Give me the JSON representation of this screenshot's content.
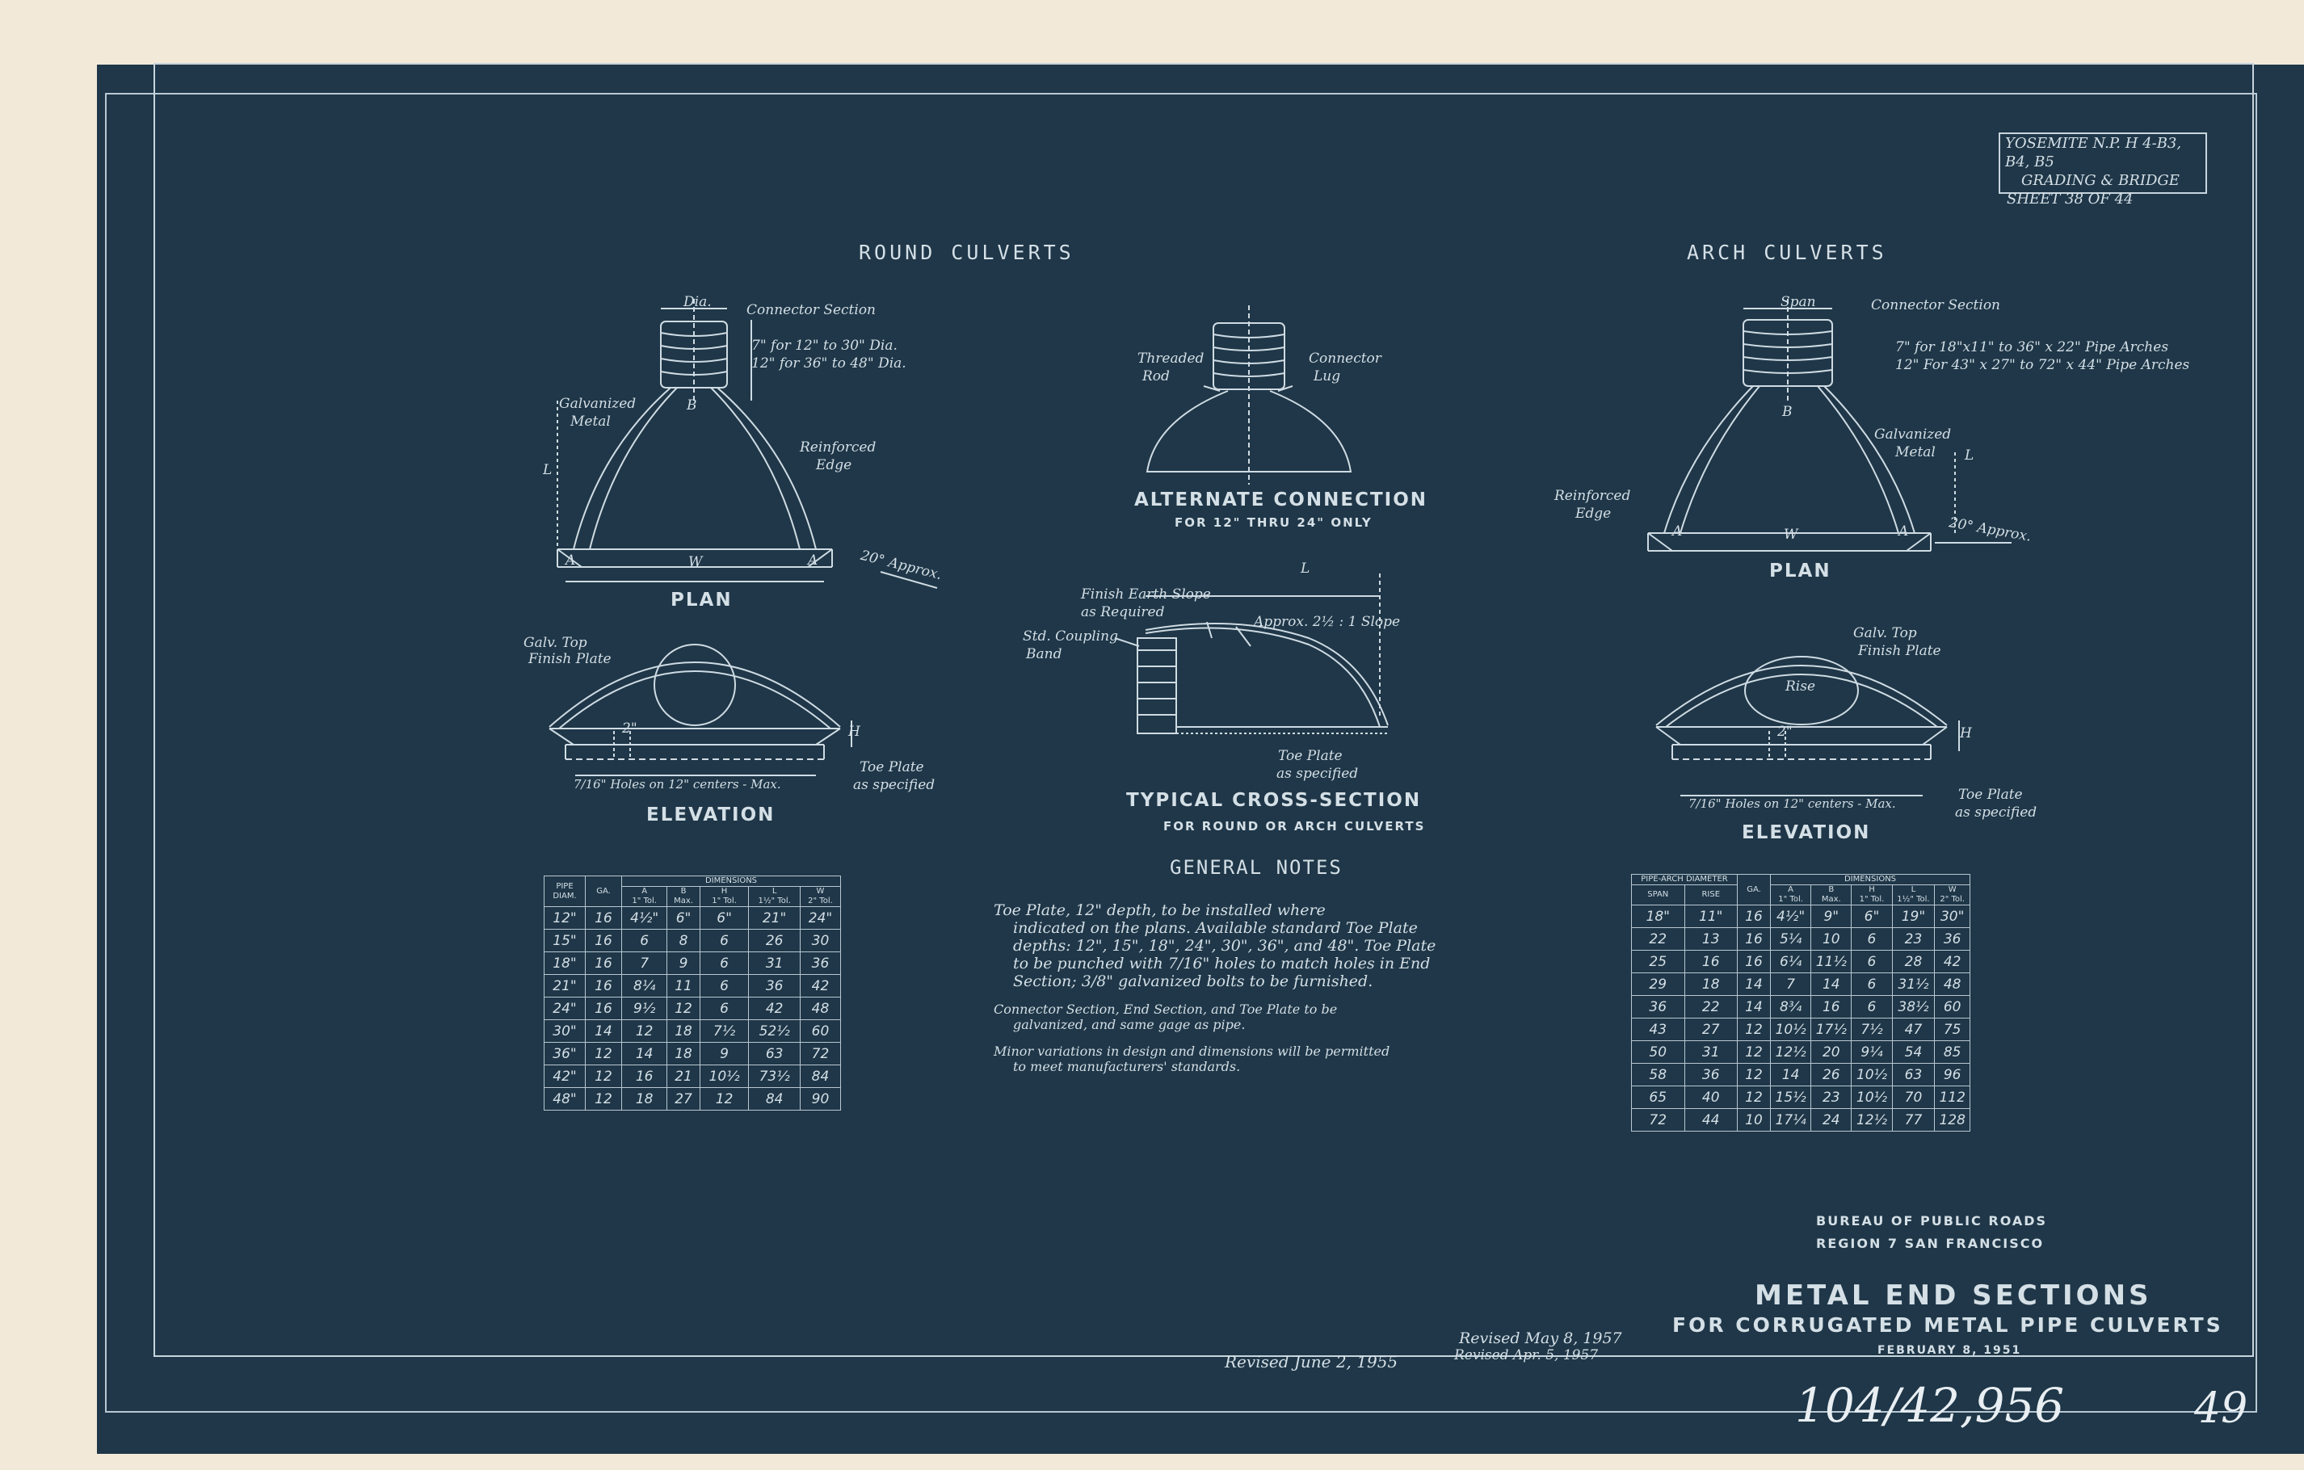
{
  "sheet_tag": {
    "line1": "YOSEMITE N.P. H 4-B3, B4, B5",
    "line2": "GRADING & BRIDGE",
    "line3": "SHEET 38  OF  44"
  },
  "headings": {
    "round_culverts": "ROUND CULVERTS",
    "arch_culverts": "ARCH CULVERTS"
  },
  "round": {
    "plan_label": "PLAN",
    "elevation_label": "ELEVATION",
    "dia": "Dia.",
    "connector_section": "Connector Section",
    "note1": "7\" for 12\" to 30\" Dia.",
    "note2": "12\" for 36\" to 48\" Dia.",
    "galvanized_metal_1": "Galvanized",
    "galvanized_metal_2": "Metal",
    "reinforced_edge_1": "Reinforced",
    "reinforced_edge_2": "Edge",
    "approx": "20° Approx.",
    "b": "B",
    "l": "L",
    "w": "W",
    "a": "A",
    "galv_top_1": "Galv. Top",
    "galv_top_2": "Finish Plate",
    "holes": "7/16\" Holes on 12\" centers - Max.",
    "toe_plate_1": "Toe Plate",
    "toe_plate_2": "as specified",
    "h": "H",
    "two": "2\""
  },
  "alternate": {
    "threaded_rod_1": "Threaded",
    "threaded_rod_2": "Rod",
    "connector_lug_1": "Connector",
    "connector_lug_2": "Lug",
    "title": "ALTERNATE CONNECTION",
    "subtitle": "FOR 12\" THRU 24\" ONLY"
  },
  "cross_section": {
    "finish_earth_1": "Finish Earth Slope",
    "finish_earth_2": "as Required",
    "std_coupling_1": "Std. Coupling",
    "std_coupling_2": "Band",
    "approx_slope": "Approx. 2½ : 1 Slope",
    "l": "L",
    "toe_plate_1": "Toe Plate",
    "toe_plate_2": "as specified",
    "title": "TYPICAL CROSS-SECTION",
    "subtitle": "FOR ROUND OR ARCH CULVERTS"
  },
  "arch": {
    "plan_label": "PLAN",
    "elevation_label": "ELEVATION",
    "span": "Span",
    "connector_section": "Connector Section",
    "note1": "7\" for 18\"x11\" to 36\" x 22\" Pipe Arches",
    "note2": "12\" For 43\" x 27\" to 72\" x 44\" Pipe Arches",
    "galvanized_metal_1": "Galvanized",
    "galvanized_metal_2": "Metal",
    "reinforced_edge_1": "Reinforced",
    "reinforced_edge_2": "Edge",
    "approx": "20° Approx.",
    "b": "B",
    "l": "L",
    "w": "W",
    "a": "A",
    "galv_top_1": "Galv. Top",
    "galv_top_2": "Finish Plate",
    "rise": "Rise",
    "holes": "7/16\" Holes on 12\" centers - Max.",
    "toe_plate_1": "Toe Plate",
    "toe_plate_2": "as specified",
    "h": "H",
    "two": "2\""
  },
  "round_table": {
    "col_pipe": "PIPE DIAM.",
    "col_ga": "GA.",
    "col_dims": "DIMENSIONS",
    "sub_headers": [
      [
        "A",
        "1\" Tol."
      ],
      [
        "B",
        "Max."
      ],
      [
        "H",
        "1\" Tol."
      ],
      [
        "L",
        "1½\" Tol."
      ],
      [
        "W",
        "2\" Tol."
      ]
    ],
    "rows": [
      [
        "12\"",
        "16",
        "4½\"",
        "6\"",
        "6\"",
        "21\"",
        "24\""
      ],
      [
        "15\"",
        "16",
        "6",
        "8",
        "6",
        "26",
        "30"
      ],
      [
        "18\"",
        "16",
        "7",
        "9",
        "6",
        "31",
        "36"
      ],
      [
        "21\"",
        "16",
        "8¼",
        "11",
        "6",
        "36",
        "42"
      ],
      [
        "24\"",
        "16",
        "9½",
        "12",
        "6",
        "42",
        "48"
      ],
      [
        "30\"",
        "14",
        "12",
        "18",
        "7½",
        "52½",
        "60"
      ],
      [
        "36\"",
        "12",
        "14",
        "18",
        "9",
        "63",
        "72"
      ],
      [
        "42\"",
        "12",
        "16",
        "21",
        "10½",
        "73½",
        "84"
      ],
      [
        "48\"",
        "12",
        "18",
        "27",
        "12",
        "84",
        "90"
      ]
    ]
  },
  "arch_table": {
    "col_pipe": "PIPE-ARCH DIAMETER",
    "col_span": "SPAN",
    "col_rise": "RISE",
    "col_ga": "GA.",
    "col_dims": "DIMENSIONS",
    "sub_headers": [
      [
        "A",
        "1\" Tol."
      ],
      [
        "B",
        "Max."
      ],
      [
        "H",
        "1\" Tol."
      ],
      [
        "L",
        "1½\" Tol."
      ],
      [
        "W",
        "2\" Tol."
      ]
    ],
    "rows": [
      [
        "18\"",
        "11\"",
        "16",
        "4½\"",
        "9\"",
        "6\"",
        "19\"",
        "30\""
      ],
      [
        "22",
        "13",
        "16",
        "5¼",
        "10",
        "6",
        "23",
        "36"
      ],
      [
        "25",
        "16",
        "16",
        "6¼",
        "11½",
        "6",
        "28",
        "42"
      ],
      [
        "29",
        "18",
        "14",
        "7",
        "14",
        "6",
        "31½",
        "48"
      ],
      [
        "36",
        "22",
        "14",
        "8¾",
        "16",
        "6",
        "38½",
        "60"
      ],
      [
        "43",
        "27",
        "12",
        "10½",
        "17½",
        "7½",
        "47",
        "75"
      ],
      [
        "50",
        "31",
        "12",
        "12½",
        "20",
        "9¼",
        "54",
        "85"
      ],
      [
        "58",
        "36",
        "12",
        "14",
        "26",
        "10½",
        "63",
        "96"
      ],
      [
        "65",
        "40",
        "12",
        "15½",
        "23",
        "10½",
        "70",
        "112"
      ],
      [
        "72",
        "44",
        "10",
        "17¼",
        "24",
        "12½",
        "77",
        "128"
      ]
    ]
  },
  "general_notes": {
    "title": "GENERAL NOTES",
    "note1": [
      "Toe Plate, 12\" depth, to be installed where",
      "indicated on the plans. Available standard Toe Plate",
      "depths: 12\", 15\", 18\", 24\", 30\", 36\", and 48\". Toe Plate",
      "to be punched with 7/16\" holes to match holes in End",
      "Section; 3/8\" galvanized bolts to be furnished."
    ],
    "note2": [
      "Connector Section, End Section, and Toe Plate to be",
      "galvanized, and same gage as pipe."
    ],
    "note3": [
      "Minor variations in design and dimensions will be permitted",
      "to meet manufacturers' standards."
    ]
  },
  "agency": {
    "line1": "BUREAU  OF  PUBLIC  ROADS",
    "line2": "REGION  7     SAN  FRANCISCO"
  },
  "title": {
    "main": "METAL END SECTIONS",
    "sub": "FOR CORRUGATED METAL PIPE CULVERTS",
    "date": "FEBRUARY 8, 1951"
  },
  "revisions": {
    "r1": "Revised June 2, 1955",
    "r2": "Revised May 8, 1957",
    "r3": "Revised Apr. 5, 1957"
  },
  "handwritten": {
    "number": "104/42,956",
    "page": "49"
  }
}
